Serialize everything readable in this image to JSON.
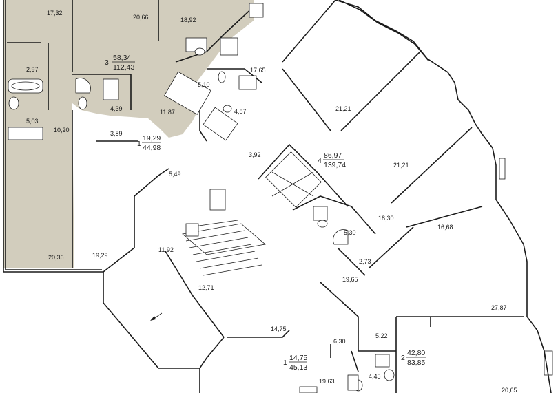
{
  "areas": {
    "a1": "17,32",
    "a2": "20,66",
    "a3": "18,92",
    "a4": "2,97",
    "a5": "5,10",
    "a6": "17,65",
    "a7": "4,39",
    "a8": "11,87",
    "a9": "4,87",
    "a10": "5,03",
    "a11": "10,20",
    "a12": "3,89",
    "a13": "21,21",
    "a14": "21,21",
    "a15": "3,92",
    "a16": "5,49",
    "a17": "18,30",
    "a18": "16,68",
    "a19": "5,30",
    "a20": "11,92",
    "a21": "19,29",
    "a22": "20,36",
    "a23": "2,73",
    "a24": "12,71",
    "a25": "19,65",
    "a26": "27,87",
    "a27": "14,75",
    "a28": "6,30",
    "a29": "5,22",
    "a30": "4,45",
    "a31": "19,63",
    "a32": "20,65"
  },
  "apartments": [
    {
      "number": "3",
      "living": "58,34",
      "total": "112,43"
    },
    {
      "number": "1",
      "living": "19,29",
      "total": "44,98"
    },
    {
      "number": "4",
      "living": "86,97",
      "total": "139,74"
    },
    {
      "number": "1",
      "living": "14,75",
      "total": "45,13"
    },
    {
      "number": "2",
      "living": "42,80",
      "total": "83,85"
    }
  ],
  "colors": {
    "shaded_apartment": "#d2cdbd",
    "wall": "#1a1a1a",
    "background": "#ffffff"
  }
}
